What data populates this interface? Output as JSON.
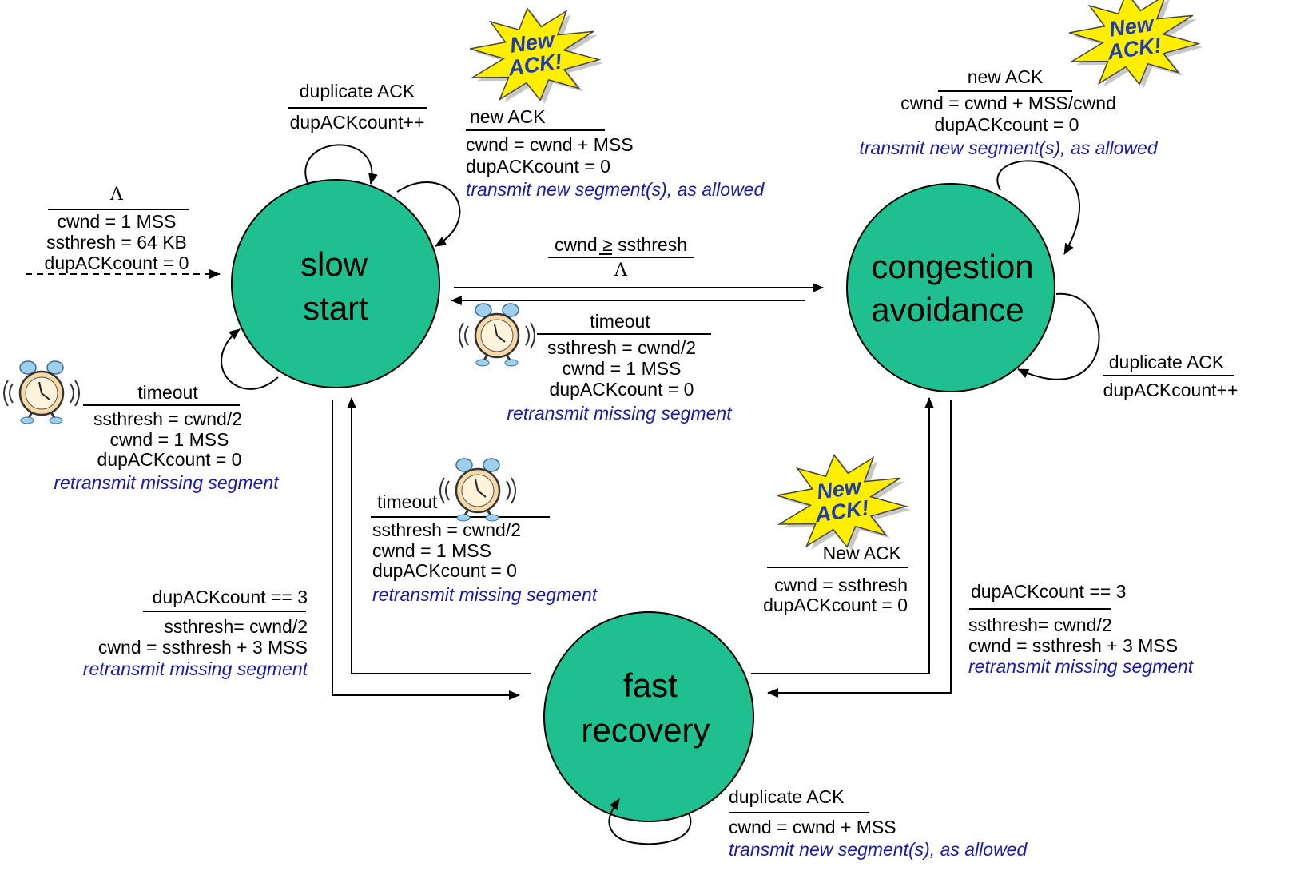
{
  "states": {
    "slow_start": [
      "slow",
      "start"
    ],
    "congestion_avoidance": [
      "congestion",
      "avoidance"
    ],
    "fast_recovery": [
      "fast",
      "recovery"
    ]
  },
  "initial": {
    "event": "Λ",
    "actions": [
      "cwnd = 1 MSS",
      "ssthresh = 64 KB",
      "dupACKcount = 0"
    ]
  },
  "ss_dup": {
    "event": "duplicate ACK",
    "action": "dupACKcount++"
  },
  "ss_new": {
    "event": "new ACK",
    "actions": [
      "cwnd = cwnd + MSS",
      "dupACKcount = 0"
    ],
    "transmit": "transmit new segment(s), as allowed"
  },
  "ss_timeout": {
    "event": "timeout",
    "actions": [
      "ssthresh = cwnd/2",
      "cwnd = 1 MSS",
      "dupACKcount = 0"
    ],
    "retransmit": "retransmit missing segment"
  },
  "ss_to_ca": {
    "event": "cwnd ≥ ssthresh",
    "action": "Λ"
  },
  "ca_timeout": {
    "event": "timeout",
    "actions": [
      "ssthresh = cwnd/2",
      "cwnd = 1 MSS",
      "dupACKcount = 0"
    ],
    "retransmit": "retransmit missing segment"
  },
  "ca_new": {
    "event": "new ACK",
    "actions": [
      "cwnd = cwnd + MSS/cwnd",
      "dupACKcount = 0"
    ],
    "transmit": "transmit new segment(s), as allowed"
  },
  "ca_dup": {
    "event": "duplicate ACK",
    "action": "dupACKcount++"
  },
  "fr_timeout": {
    "event": "timeout",
    "actions": [
      "ssthresh = cwnd/2",
      "cwnd = 1 MSS",
      "dupACKcount = 0"
    ],
    "retransmit": "retransmit missing segment"
  },
  "ss_to_fr": {
    "event": "dupACKcount == 3",
    "actions": [
      "ssthresh= cwnd/2",
      "cwnd = ssthresh + 3 MSS"
    ],
    "retransmit": "retransmit missing segment"
  },
  "fr_to_ca": {
    "event": "New ACK",
    "actions": [
      "cwnd = ssthresh",
      "dupACKcount = 0"
    ]
  },
  "ca_to_fr": {
    "event": "dupACKcount == 3",
    "actions": [
      "ssthresh= cwnd/2",
      "cwnd = ssthresh + 3 MSS"
    ],
    "retransmit": "retransmit missing segment"
  },
  "fr_dup": {
    "event": "duplicate ACK",
    "actions": [
      "cwnd = cwnd + MSS"
    ],
    "transmit": "transmit new segment(s), as allowed"
  },
  "bursts": [
    "New",
    "ACK!"
  ],
  "colors": {
    "state_fill": "#1fbf8f",
    "action_text": "#1a1aa6",
    "burst_fill": "#ffee00",
    "clock_face": "#f7d9a8"
  }
}
